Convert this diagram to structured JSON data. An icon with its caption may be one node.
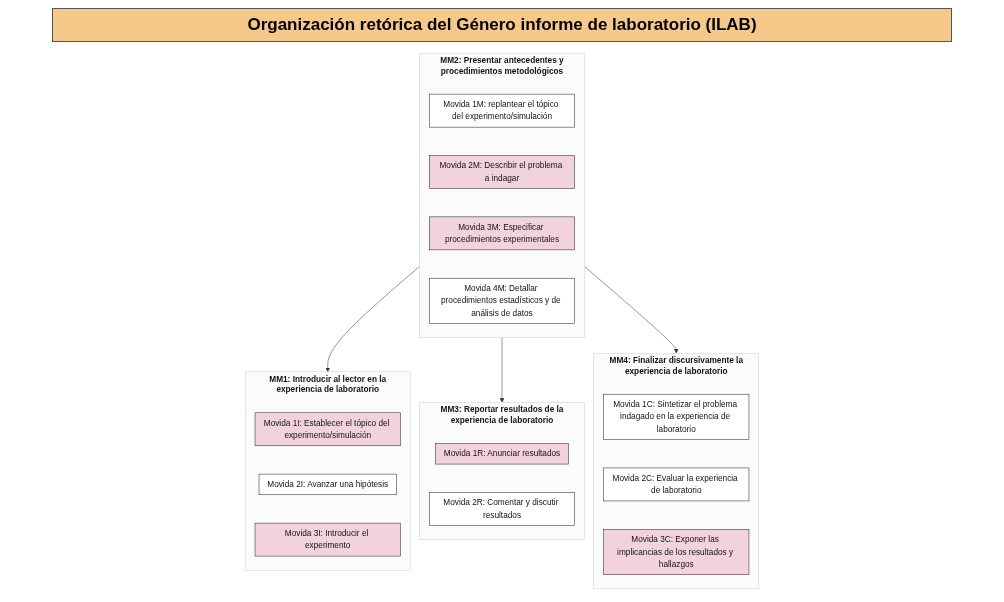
{
  "diagram": {
    "title": "Organización retórica del Género informe de laboratorio (ILAB)",
    "nodes": [
      {
        "text": [
          "MM1: Introducir al lector en la experiencia de laboratorio"
        ]
      },
      {
        "text": [
          "Movida 1I: Establecer el tópico del experimento/simulación"
        ],
        "in": 0
      },
      {
        "text": [
          "Movida 2I: Avanzar una hipótesis"
        ],
        "in": 0
      },
      {
        "text": [
          "Movida 3I: Introducir el experimento"
        ],
        "in": 0
      },
      {
        "text": [
          "MM2: Presentar antecedentes y procedimientos metodológicos"
        ]
      },
      {
        "text": [
          "Movida 1M: replantear el tópico del experimento/simulación"
        ],
        "in": 4
      },
      {
        "text": [
          "Movida 2M: Describir el problema a indagar"
        ],
        "in": 4
      },
      {
        "text": [
          "Movida 3M: Especificar procedimientos experimentales"
        ],
        "in": 4
      },
      {
        "text": [
          "Movida 4M: Detallar procedimientos estadísticos y de análisis de datos"
        ],
        "in": 4
      },
      {
        "text": [
          "MM3: Reportar resultados de la experiencia de laboratorio"
        ]
      },
      {
        "text": [
          "Movida 1R: Anunciar resultados"
        ],
        "in": 9
      },
      {
        "text": [
          "Movida 2R: Comentar y discutir resultados"
        ],
        "in": 9
      },
      {
        "text": [
          "MM4: Finalizar discursivamente la experiencia de laboratorio"
        ]
      },
      {
        "text": [
          "Movida 1C: Sintetizar el problema indagado en la experiencia de laboratorio"
        ],
        "in": 12
      },
      {
        "text": [
          "Movida 2C: Evaluar la experiencia de laboratorio"
        ],
        "in": 12
      },
      {
        "text": [
          "Movida 3C: Exponer las implicancias de los resultados y hallazgos"
        ],
        "in": 12
      }
    ],
    "edges": [
      {
        "from": 4,
        "to": 0,
        "arrow": "to"
      },
      {
        "from": 4,
        "to": 9,
        "arrow": "to"
      },
      {
        "from": 4,
        "to": 12,
        "arrow": "to"
      }
    ]
  }
}
